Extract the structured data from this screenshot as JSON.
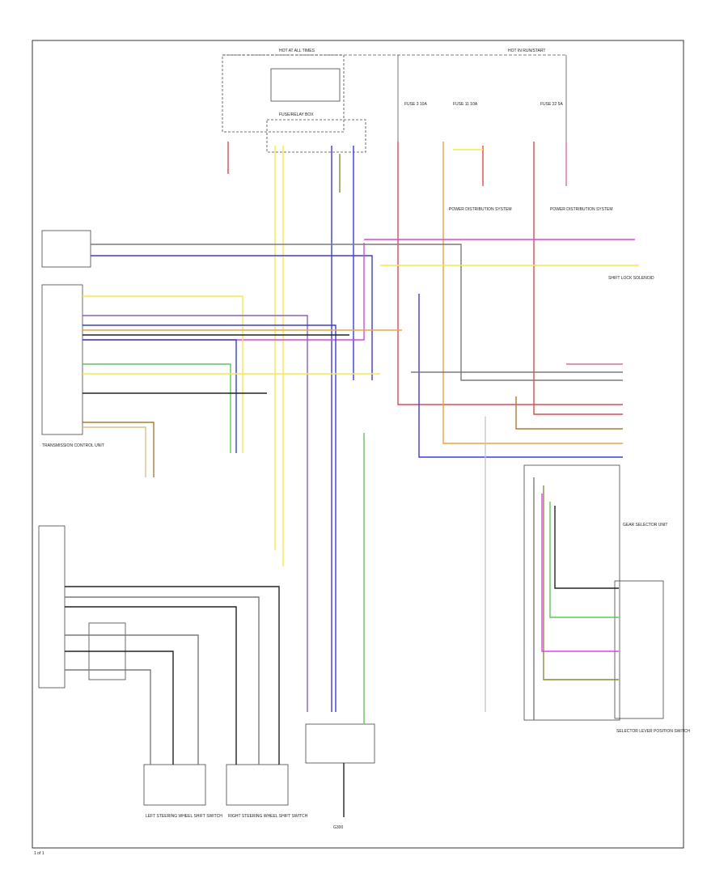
{
  "colors": {
    "red": "#e8464f",
    "pink": "#f06a8e",
    "yellow": "#f2ea4a",
    "orange": "#f0a040",
    "blue": "#3a3aee",
    "violet": "#8a5bd6",
    "magenta": "#e040e0",
    "green": "#5cc85c",
    "gray": "#7a7a7a",
    "black": "#222222",
    "lightgray": "#c8c8c8",
    "brown": "#b07a34",
    "olive": "#8a8a40",
    "tan": "#d8c08c"
  },
  "labels": {
    "hot_at_all_times": "HOT AT ALL TIMES",
    "hot_in_run": "HOT IN RUN/START",
    "fuse_relay_box": "FUSE/RELAY BOX",
    "fuse_a": "FUSE 3 10A",
    "fuse_b": "FUSE 11 10A",
    "fuse_c": "FUSE 22 5A",
    "power_dist_1": "POWER DISTRIBUTION SYSTEM",
    "power_dist_2": "POWER DISTRIBUTION SYSTEM",
    "transmission_control_unit": "TRANSMISSION CONTROL UNIT",
    "shift_lock_solenoid": "SHIFT LOCK SOLENOID",
    "gear_selector_unit": "GEAR SELECTOR UNIT",
    "left_steering": "LEFT STEERING WHEEL SHIFT SWITCH",
    "right_steering": "RIGHT STEERING WHEEL SHIFT SWITCH",
    "selector_lever_switch": "SELECTOR LEVER POSITION SWITCH",
    "ground_label": "G300",
    "footer_code": "1 of 1"
  }
}
